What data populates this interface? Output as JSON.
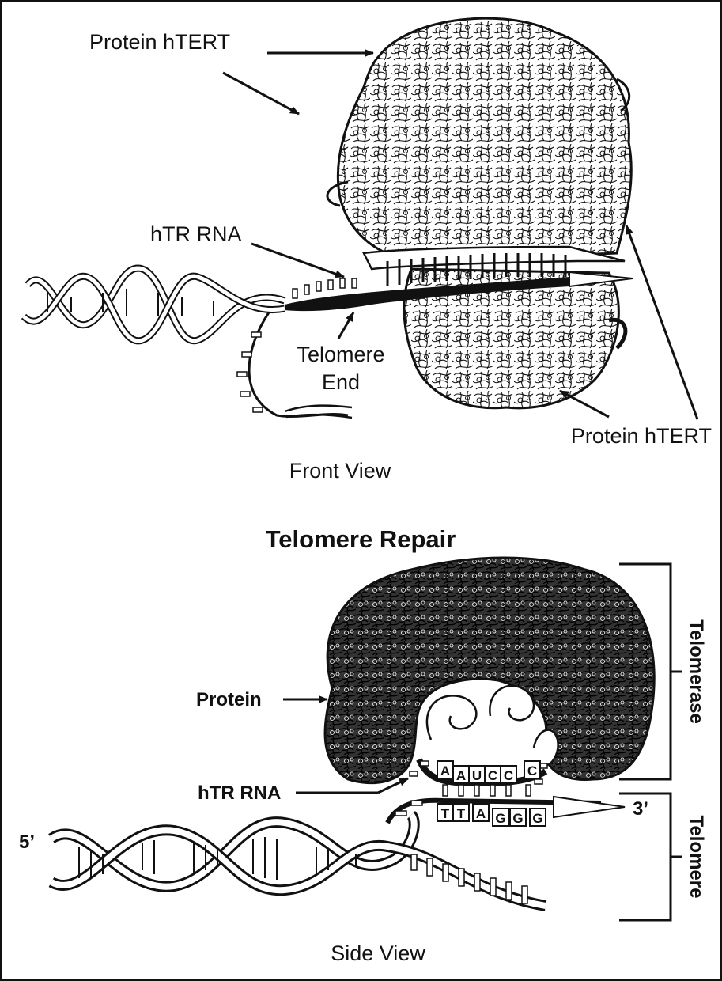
{
  "front_view": {
    "label_protein_top": "Protein hTERT",
    "label_hTR": "hTR RNA",
    "label_telomere_end_1": "Telomere",
    "label_telomere_end_2": "End",
    "label_protein_bottom": "Protein hTERT",
    "caption": "Front View"
  },
  "title": "Telomere Repair",
  "side_view": {
    "label_protein": "Protein",
    "label_hTR": "hTR RNA",
    "label_5prime": "5’",
    "label_3prime": "3’",
    "bracket_telomerase": "Telomerase",
    "bracket_telomere": "Telomere",
    "rna_bases": [
      "A",
      "A",
      "U",
      "C",
      "C",
      "C"
    ],
    "dna_bases": [
      "T",
      "T",
      "A",
      "G",
      "G",
      "G"
    ],
    "caption": "Side View"
  },
  "colors": {
    "ink": "#111111",
    "paper": "#ffffff"
  }
}
